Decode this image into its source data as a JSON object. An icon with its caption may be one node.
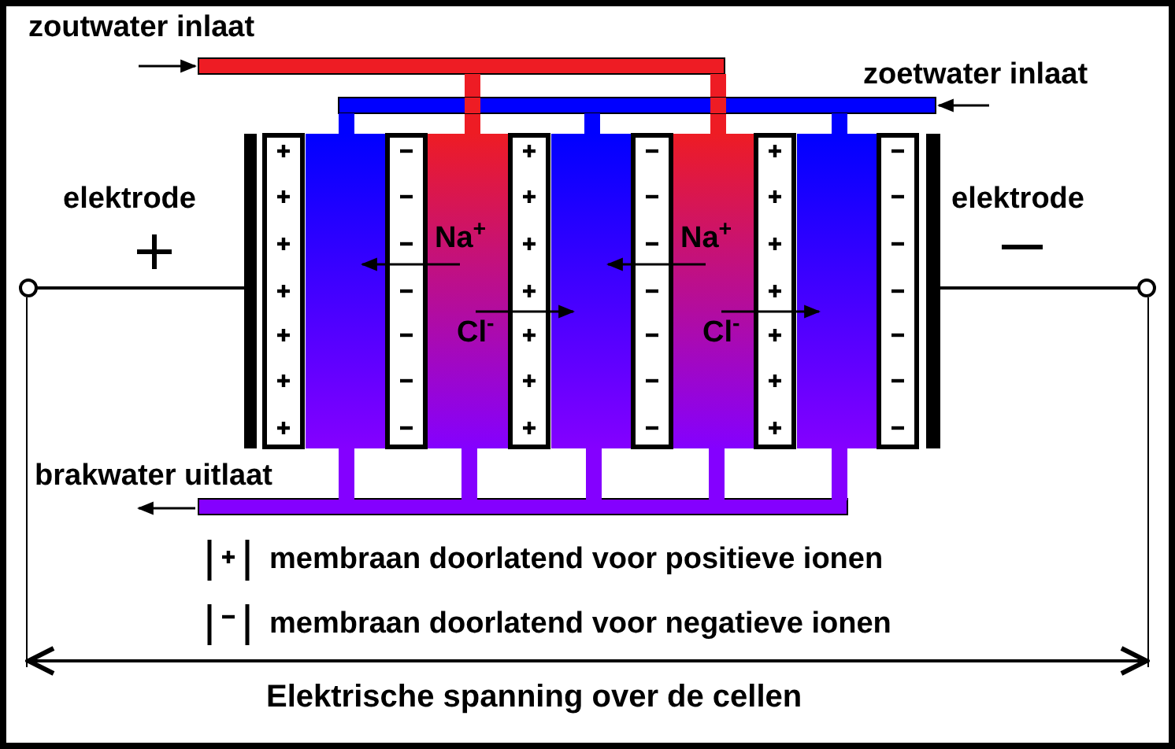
{
  "diagram": {
    "labels": [
      "zoutwater inlaat",
      "zoetwater inlaat",
      "elektrode",
      "elektrode",
      "Na$^{+}$",
      "Cl$^{-}$",
      "Na$^{+}$",
      "Cl$^{-}$",
      "brakwater uitlaat",
      "Elektrische spanning over de cellen"
    ],
    "legend": [
      {
        "text": "membraan doorlatend voor positieve ionen"
      },
      {
        "text": "membraan doorlatend voor negatieve ionen"
      }
    ]
  }
}
